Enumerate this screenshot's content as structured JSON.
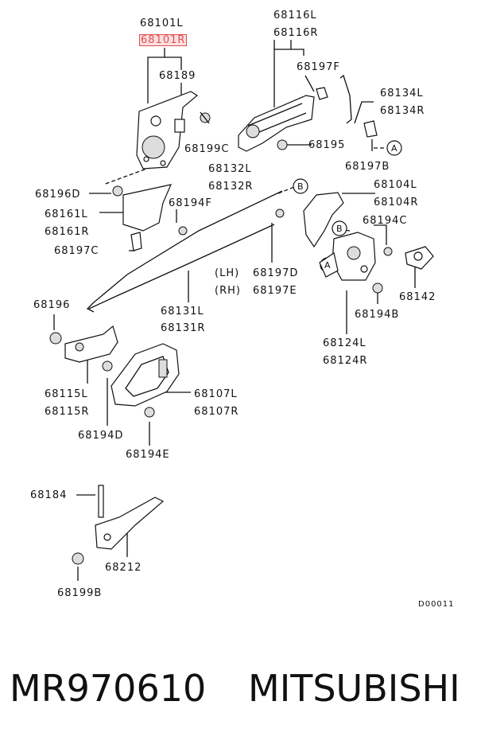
{
  "diagram": {
    "code": "D00011",
    "labels": {
      "l68101L": "68101L",
      "l68101R": "68101R",
      "l68189": "68189",
      "l68199C": "68199C",
      "l68116L": "68116L",
      "l68116R": "68116R",
      "l68197F": "68197F",
      "l68134L": "68134L",
      "l68134R": "68134R",
      "l68195": "68195",
      "l68197B": "68197B",
      "l68132L": "68132L",
      "l68132R": "68132R",
      "l68196D": "68196D",
      "l68161L": "68161L",
      "l68161R": "68161R",
      "l68194F": "68194F",
      "l68197C": "68197C",
      "l68104L": "68104L",
      "l68104R": "68104R",
      "l68194C": "68194C",
      "lLH": "(LH)",
      "l68197D": "68197D",
      "lRH": "(RH)",
      "l68197E": "68197E",
      "l68142": "68142",
      "l68196": "68196",
      "l68131L": "68131L",
      "l68131R": "68131R",
      "l68194B": "68194B",
      "l68124L": "68124L",
      "l68124R": "68124R",
      "l68115L": "68115L",
      "l68115R": "68115R",
      "l68107L": "68107L",
      "l68107R": "68107R",
      "l68194D": "68194D",
      "l68194E": "68194E",
      "l68184": "68184",
      "l68212": "68212",
      "l68199B": "68199B"
    },
    "callouts": {
      "a1": "A",
      "a2": "A",
      "b1": "B",
      "b2": "B"
    }
  },
  "footer": {
    "part_number": "MR970610",
    "brand": "MITSUBISHI"
  }
}
